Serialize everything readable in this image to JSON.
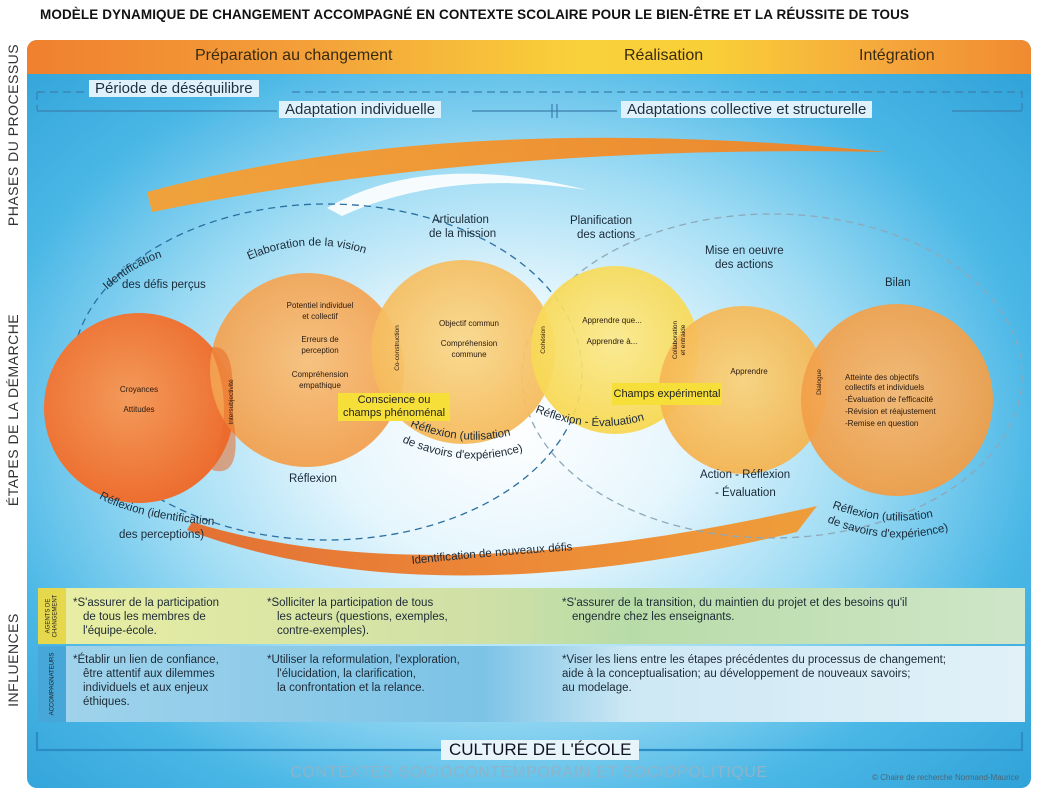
{
  "title": "MODÈLE DYNAMIQUE DE CHANGEMENT ACCOMPAGNÉ EN CONTEXTE SCOLAIRE POUR LE BIEN-ÊTRE ET LA RÉUSSITE DE TOUS",
  "side_labels": {
    "phases": "PHASES DU PROCESSUS",
    "etapes": "ÉTAPES DE LA DÉMARCHE",
    "influences": "INFLUENCES"
  },
  "phases": {
    "preparation": "Préparation au changement",
    "realisation": "Réalisation",
    "integration": "Intégration"
  },
  "periode": "Période de déséquilibre",
  "adaptation_individuelle": "Adaptation individuelle",
  "adaptations_collective": "Adaptations collective et structurelle",
  "steps": {
    "identification": [
      "Identification",
      "des défis perçus"
    ],
    "elaboration": "Élaboration de la vision",
    "articulation": [
      "Articulation",
      "de la mission"
    ],
    "planification": [
      "Planification",
      "des actions"
    ],
    "mise_en_oeuvre": [
      "Mise en oeuvre",
      "des actions"
    ],
    "bilan": "Bilan"
  },
  "circles": {
    "c1": [
      "Croyances",
      "Attitudes"
    ],
    "c2": [
      "Potentiel individuel",
      "et collectif",
      "Erreurs de",
      "perception",
      "Compréhension",
      "empathique"
    ],
    "c3": [
      "Objectif commun",
      "Compréhension",
      "commune"
    ],
    "c4": [
      "Apprendre que...",
      "Apprendre à..."
    ],
    "c5": [
      "Apprendre"
    ],
    "c6": [
      "Atteinte des objectifs",
      "collectifs et individuels",
      "-Évaluation de l'efficacité",
      "-Révision et réajustement",
      "-Remise en question"
    ]
  },
  "overlaps": {
    "o1": "Intersubjectivité",
    "o2": "Co-construction",
    "o3": "Cohésion",
    "o4": [
      "Collaboration",
      "et entraide"
    ],
    "o5": "Dialogue"
  },
  "highlights": {
    "conscience": [
      "Conscience ou",
      "champs phénoménal"
    ],
    "champs": "Champs expérimental"
  },
  "loop_labels": {
    "reflexion_ident": [
      "Réflexion (identification",
      "des perceptions)"
    ],
    "reflexion": "Réflexion",
    "reflexion_util_1": [
      "Réflexion (utilisation",
      "de savoirs d'expérience)"
    ],
    "reflexion_eval": "Réflexion - Évaluation",
    "action": [
      "Action - Réflexion",
      "- Évaluation"
    ],
    "reflexion_util_2": [
      "Réflexion (utilisation",
      "de savoirs d'expérience)"
    ],
    "nouveaux_defis": "Identification de nouveaux défis"
  },
  "influences": {
    "agents_label": [
      "AGENTS DE",
      "CHANGEMENT"
    ],
    "accomp_label": "ACCOMPAGNATEURS",
    "agents": [
      [
        "*S'assurer de la participation",
        "de tous les membres de",
        "l'équipe-école."
      ],
      [
        "*Solliciter la participation de tous",
        "les acteurs (questions, exemples,",
        "contre-exemples)."
      ],
      [
        "*S'assurer de la transition, du maintien du projet et des besoins qu'il",
        "engendre chez les enseignants."
      ]
    ],
    "accomp": [
      [
        "*Établir un lien de confiance,",
        "être attentif aux dilemmes",
        "individuels et aux enjeux",
        "éthiques."
      ],
      [
        "*Utiliser la reformulation, l'exploration,",
        "l'élucidation, la clarification,",
        "la confrontation et la relance."
      ],
      [
        "*Viser les liens entre les étapes précédentes du processus de changement;",
        "aide à la conceptualisation; au développement de nouveaux savoirs;",
        "au modelage."
      ]
    ]
  },
  "culture": "CULTURE DE L'ÉCOLE",
  "contexts": "CONTEXTES SOCIOCONTEMPORAIN ET SOCIOPOLITIQUE",
  "copyright": "© Chaire de recherche Normand-Maurice",
  "colors": {
    "orange": "#f07a2a",
    "yellow": "#f9d13a",
    "blue": "#2c9fd6"
  }
}
